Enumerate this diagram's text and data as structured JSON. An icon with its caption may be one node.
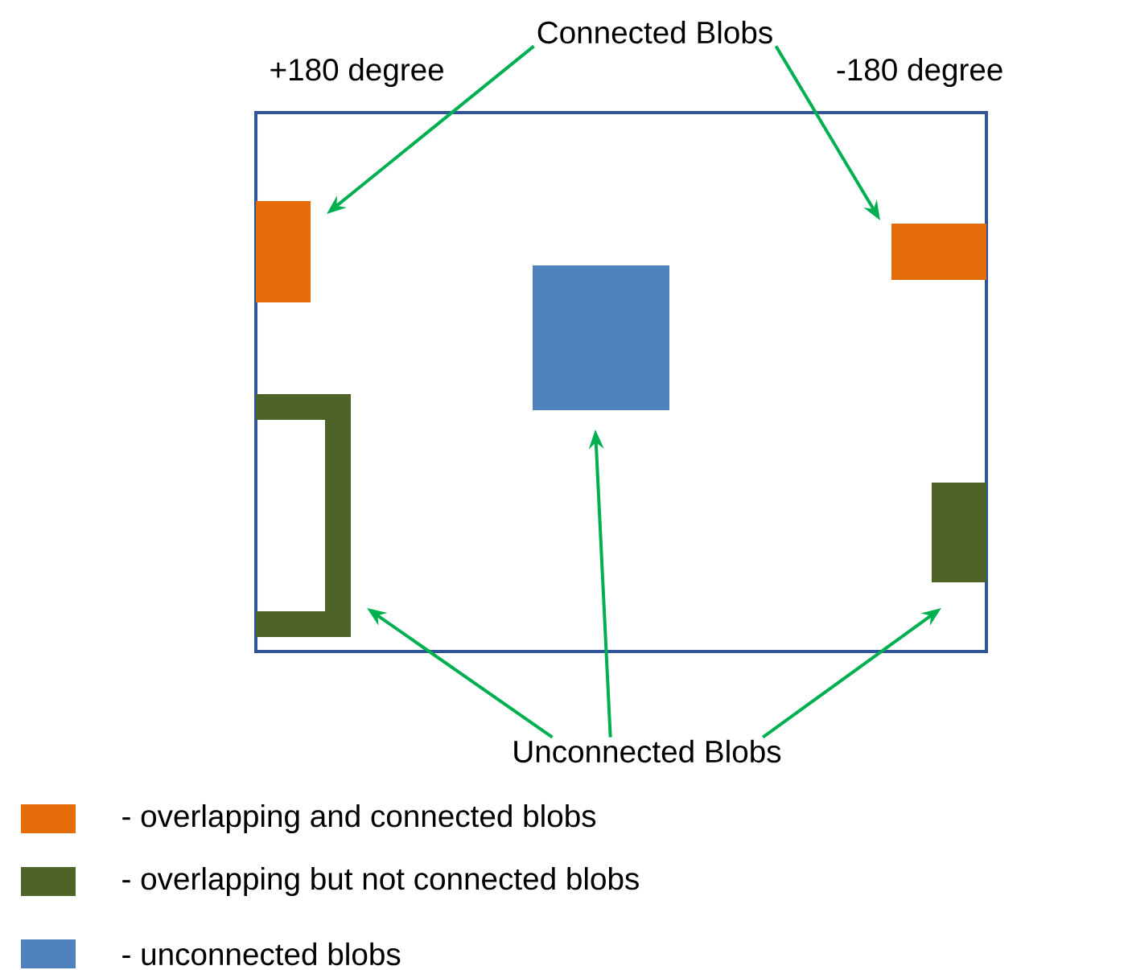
{
  "diagram": {
    "nodes": [
      {
        "text": [
          "Connected Blobs"
        ]
      },
      {
        "text": [],
        "shape": "box"
      },
      {
        "text": [],
        "shape": "box"
      },
      {
        "text": [
          "Unconnected Blobs"
        ]
      },
      {
        "text": [],
        "shape": "box"
      },
      {
        "text": [],
        "shape": "bracket"
      },
      {
        "text": [],
        "shape": "box"
      }
    ],
    "edges": [
      {
        "from": 0,
        "to": 1,
        "arrow": "to"
      },
      {
        "from": 0,
        "to": 2,
        "arrow": "to"
      },
      {
        "from": 3,
        "to": 4,
        "arrow": "to"
      },
      {
        "from": 3,
        "to": 5,
        "arrow": "to"
      },
      {
        "from": 3,
        "to": 6,
        "arrow": "to"
      }
    ],
    "labels": [
      "+180 degree",
      "-180 degree"
    ],
    "legend": [
      {
        "text": "- overlapping and connected blobs",
        "color": "#e46c0a"
      },
      {
        "text": "- overlapping but not connected blobs",
        "color": "#4f6228"
      },
      {
        "text": "- unconnected blobs",
        "color": "#4f81bd"
      }
    ]
  }
}
